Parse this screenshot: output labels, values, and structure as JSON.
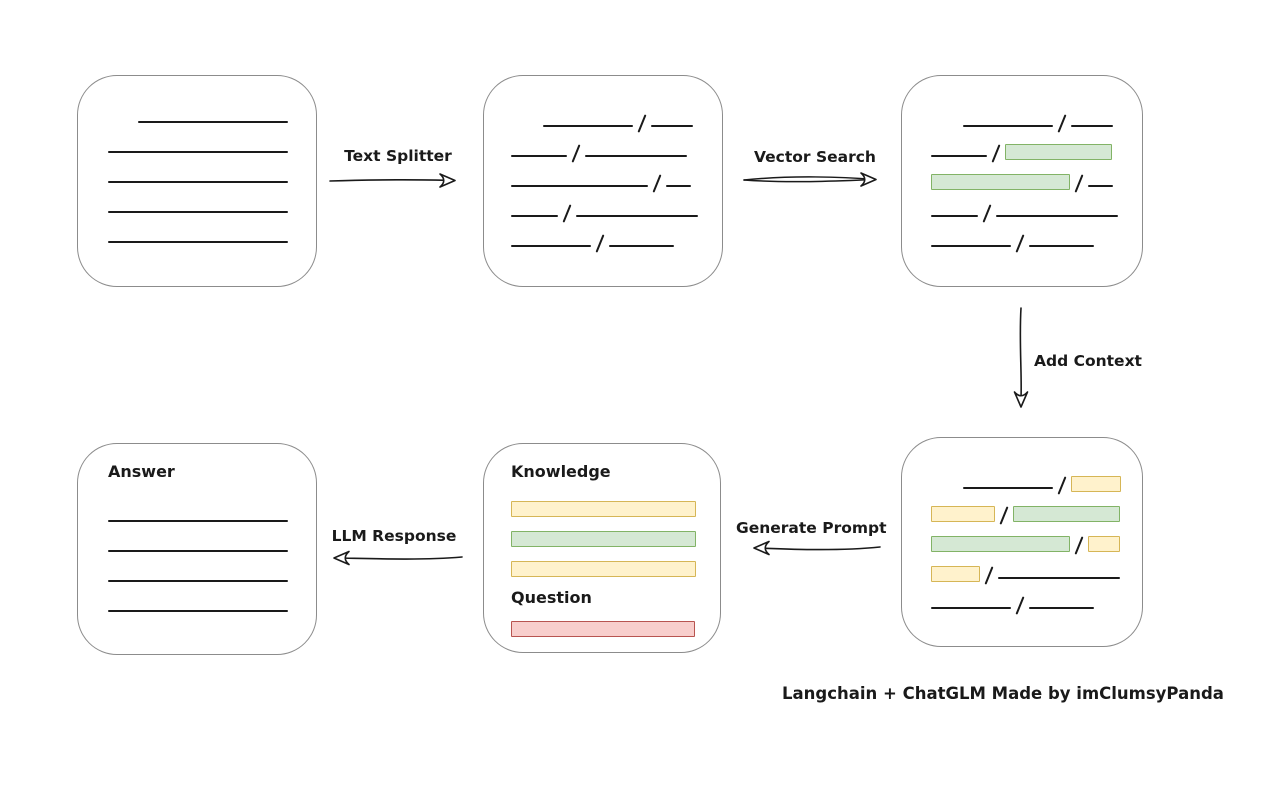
{
  "footer": {
    "credit": "Langchain + ChatGLM Made by imClumsyPanda"
  },
  "arrows": {
    "text_splitter": {
      "label": "Text Splitter",
      "direction": "right"
    },
    "vector_search": {
      "label": "Vector Search",
      "direction": "right"
    },
    "add_context": {
      "label": "Add Context",
      "direction": "down"
    },
    "generate_prompt": {
      "label": "Generate Prompt",
      "direction": "left"
    },
    "llm_response": {
      "label": "LLM Response",
      "direction": "left"
    }
  },
  "colors": {
    "ink": "#1a1a1a",
    "box_border": "#8c8c8c",
    "green_fill": "#d5e8d4",
    "green_border": "#82b366",
    "yellow_fill": "#fff2cc",
    "yellow_border": "#d6b656",
    "red_fill": "#f8cecc",
    "red_border": "#b85450"
  },
  "boxes": {
    "source_document": {
      "rows": [
        {
          "indent": 30,
          "segments": [
            {
              "type": "line",
              "w": 150
            }
          ]
        },
        {
          "segments": [
            {
              "type": "line",
              "w": 180
            }
          ]
        },
        {
          "segments": [
            {
              "type": "line",
              "w": 180
            }
          ]
        },
        {
          "segments": [
            {
              "type": "line",
              "w": 180
            }
          ]
        },
        {
          "segments": [
            {
              "type": "line",
              "w": 180
            }
          ]
        }
      ]
    },
    "split_chunks": {
      "rows": [
        {
          "indent": 32,
          "segments": [
            {
              "type": "line",
              "w": 90
            },
            {
              "type": "slash"
            },
            {
              "type": "line",
              "w": 42
            }
          ]
        },
        {
          "segments": [
            {
              "type": "line",
              "w": 56
            },
            {
              "type": "slash"
            },
            {
              "type": "line",
              "w": 102
            }
          ]
        },
        {
          "segments": [
            {
              "type": "line",
              "w": 137
            },
            {
              "type": "slash"
            },
            {
              "type": "line",
              "w": 25
            }
          ]
        },
        {
          "segments": [
            {
              "type": "line",
              "w": 47
            },
            {
              "type": "slash"
            },
            {
              "type": "line",
              "w": 122
            }
          ]
        },
        {
          "segments": [
            {
              "type": "line",
              "w": 80
            },
            {
              "type": "slash"
            },
            {
              "type": "line",
              "w": 65
            }
          ]
        }
      ]
    },
    "matched_chunks": {
      "rows": [
        {
          "indent": 32,
          "segments": [
            {
              "type": "line",
              "w": 90
            },
            {
              "type": "slash"
            },
            {
              "type": "line",
              "w": 42
            }
          ]
        },
        {
          "segments": [
            {
              "type": "line",
              "w": 56
            },
            {
              "type": "slash"
            },
            {
              "type": "green",
              "w": 105
            }
          ]
        },
        {
          "segments": [
            {
              "type": "green",
              "w": 137
            },
            {
              "type": "slash"
            },
            {
              "type": "line",
              "w": 25
            }
          ]
        },
        {
          "segments": [
            {
              "type": "line",
              "w": 47
            },
            {
              "type": "slash"
            },
            {
              "type": "line",
              "w": 122
            }
          ]
        },
        {
          "segments": [
            {
              "type": "line",
              "w": 80
            },
            {
              "type": "slash"
            },
            {
              "type": "line",
              "w": 65
            }
          ]
        }
      ]
    },
    "context_chunks": {
      "rows": [
        {
          "indent": 32,
          "segments": [
            {
              "type": "line",
              "w": 90
            },
            {
              "type": "slash"
            },
            {
              "type": "yellow",
              "w": 48
            }
          ]
        },
        {
          "segments": [
            {
              "type": "yellow",
              "w": 62
            },
            {
              "type": "slash"
            },
            {
              "type": "green",
              "w": 105
            }
          ]
        },
        {
          "segments": [
            {
              "type": "green",
              "w": 137
            },
            {
              "type": "slash"
            },
            {
              "type": "yellow",
              "w": 30
            }
          ]
        },
        {
          "segments": [
            {
              "type": "yellow",
              "w": 47
            },
            {
              "type": "slash"
            },
            {
              "type": "line",
              "w": 122
            }
          ]
        },
        {
          "segments": [
            {
              "type": "line",
              "w": 80
            },
            {
              "type": "slash"
            },
            {
              "type": "line",
              "w": 65
            }
          ]
        }
      ]
    },
    "prompt": {
      "knowledge_label": "Knowledge",
      "question_label": "Question",
      "knowledge_bars": [
        {
          "segments": [
            {
              "type": "yellow",
              "w": 183
            }
          ]
        },
        {
          "segments": [
            {
              "type": "green",
              "w": 183
            }
          ]
        },
        {
          "segments": [
            {
              "type": "yellow",
              "w": 183
            }
          ]
        }
      ],
      "question_bars": [
        {
          "segments": [
            {
              "type": "red",
              "w": 182
            }
          ]
        }
      ]
    },
    "answer": {
      "label": "Answer",
      "rows": [
        {
          "segments": [
            {
              "type": "line",
              "w": 180
            }
          ]
        },
        {
          "segments": [
            {
              "type": "line",
              "w": 180
            }
          ]
        },
        {
          "segments": [
            {
              "type": "line",
              "w": 180
            }
          ]
        },
        {
          "segments": [
            {
              "type": "line",
              "w": 180
            }
          ]
        }
      ]
    }
  }
}
